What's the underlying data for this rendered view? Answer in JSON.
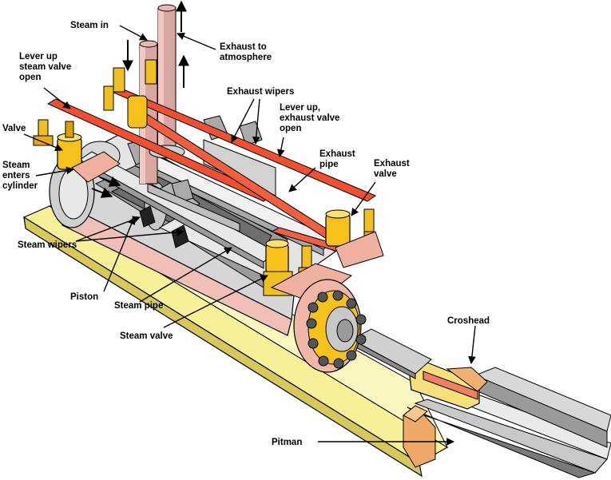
{
  "diagram": {
    "labels": {
      "steam_in": "Steam in",
      "exhaust_atmosphere": [
        "Exhaust to",
        "atmosphere"
      ],
      "lever_up_steam": [
        "Lever up",
        "steam valve",
        "open"
      ],
      "valve": "Valve",
      "exhaust_wipers": "Exhaust wipers",
      "lever_up_exhaust": [
        "Lever up,",
        "exhaust valve",
        "open"
      ],
      "steam_enters": [
        "Steam",
        "enters",
        "cylinder"
      ],
      "exhaust_pipe": [
        "Exhaust",
        "pipe"
      ],
      "exhaust_valve": [
        "Exhaust",
        "valve"
      ],
      "steam_wipers": "Steam wipers",
      "piston": "Piston",
      "steam_pipe": "Steam pipe",
      "steam_valve": "Steam valve",
      "crosshead": "Croshead",
      "pitman": "Pitman"
    }
  }
}
